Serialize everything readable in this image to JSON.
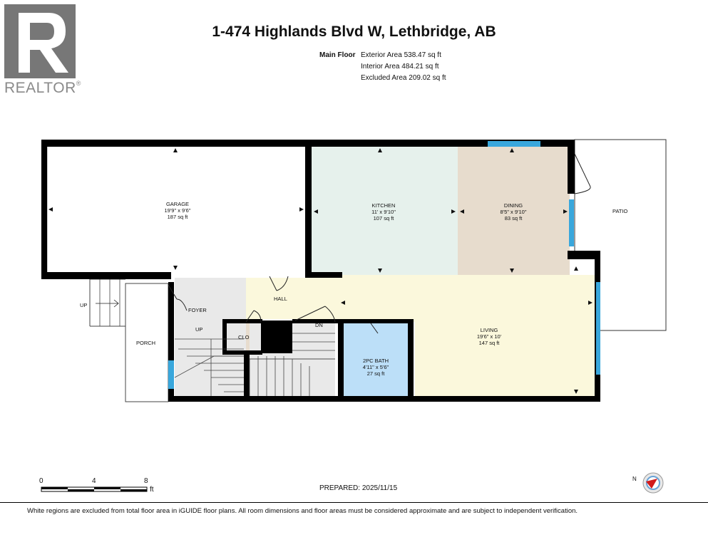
{
  "brand": {
    "name": "REALTOR",
    "reg_mark": "®"
  },
  "header": {
    "title": "1-474 Highlands Blvd W, Lethbridge, AB"
  },
  "areas": {
    "floor": "Main Floor",
    "exterior": "Exterior Area 538.47 sq ft",
    "interior": "Interior Area 484.21 sq ft",
    "excluded": "Excluded Area 209.02 sq ft"
  },
  "rooms": {
    "garage": {
      "name": "GARAGE",
      "dims": "19'9\" x 9'6\"",
      "area": "187 sq ft"
    },
    "kitchen": {
      "name": "KITCHEN",
      "dims": "11' x 9'10\"",
      "area": "107 sq ft"
    },
    "dining": {
      "name": "DINING",
      "dims": "8'5\" x 9'10\"",
      "area": "83 sq ft"
    },
    "patio": {
      "name": "PATIO"
    },
    "hall": {
      "name": "HALL"
    },
    "foyer": {
      "name": "FOYER"
    },
    "foyer_up": {
      "name": "UP"
    },
    "porch": {
      "name": "PORCH"
    },
    "porch_up": {
      "name": "UP"
    },
    "closet": {
      "name": "CLO"
    },
    "stairs_down": {
      "name": "DN"
    },
    "bath": {
      "name": "2PC BATH",
      "dims": "4'11\" x 5'6\"",
      "area": "27 sq ft"
    },
    "living": {
      "name": "LIVING",
      "dims": "19'6\" x 10'",
      "area": "147 sq ft"
    }
  },
  "scale": {
    "ticks": [
      "0",
      "4",
      "8"
    ],
    "unit": "ft"
  },
  "footer": {
    "prepared": "PREPARED: 2025/11/15",
    "disclaimer": "White regions are excluded from total floor area in iGUIDE floor plans. All room dimensions and floor areas must be considered approximate and are subject to independent verification."
  },
  "compass": {
    "north_label": "N"
  },
  "colors": {
    "wall": "#000000",
    "kitchen": "#e6f1ec",
    "dining": "#e7dccd",
    "hall_living": "#fbf8dc",
    "bath": "#bcdff8",
    "closet": "#e7dccd",
    "stairs": "#e9e9e9",
    "window": "#39a7dc"
  }
}
